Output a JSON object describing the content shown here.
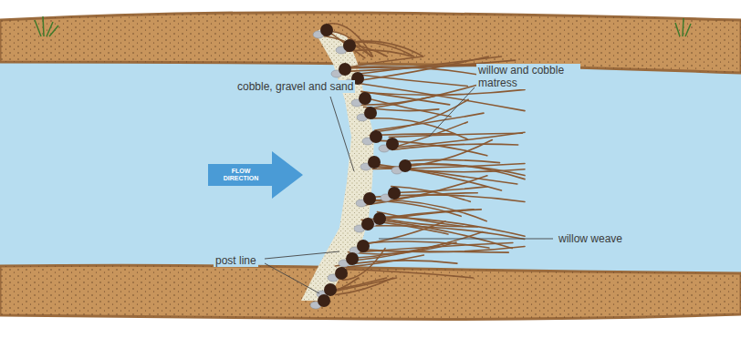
{
  "diagram": {
    "labels": [
      "cobble, gravel and sand",
      "willow and cobble matress",
      "FLOW DIRECTION",
      "willow weave",
      "post line"
    ]
  }
}
